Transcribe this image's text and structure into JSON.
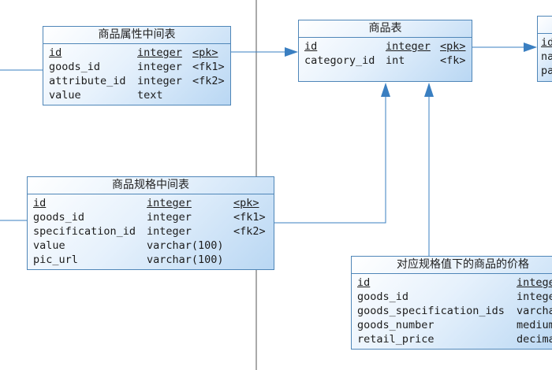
{
  "entities": [
    {
      "title": "商品属性中间表",
      "rows": [
        {
          "name": "id",
          "type": "integer",
          "key": "<pk>",
          "pk": true
        },
        {
          "name": "goods_id",
          "type": "integer",
          "key": "<fk1>",
          "pk": false
        },
        {
          "name": "attribute_id",
          "type": "integer",
          "key": "<fk2>",
          "pk": false
        },
        {
          "name": "value",
          "type": "text",
          "key": "",
          "pk": false
        }
      ]
    },
    {
      "title": "商品表",
      "rows": [
        {
          "name": "id",
          "type": "integer",
          "key": "<pk>",
          "pk": true
        },
        {
          "name": "category_id",
          "type": "int",
          "key": "<fk>",
          "pk": false
        }
      ]
    },
    {
      "title": "",
      "rows": [
        {
          "name": "id",
          "type": "",
          "key": "",
          "pk": true
        },
        {
          "name": "na",
          "type": "",
          "key": "",
          "pk": false
        },
        {
          "name": "pa",
          "type": "",
          "key": "",
          "pk": false
        }
      ]
    },
    {
      "title": "商品规格中间表",
      "rows": [
        {
          "name": "id",
          "type": "integer",
          "key": "<pk>",
          "pk": true
        },
        {
          "name": "goods_id",
          "type": "integer",
          "key": "<fk1>",
          "pk": false
        },
        {
          "name": "specification_id",
          "type": "integer",
          "key": "<fk2>",
          "pk": false
        },
        {
          "name": "value",
          "type": "varchar(100)",
          "key": "",
          "pk": false
        },
        {
          "name": "pic_url",
          "type": "varchar(100)",
          "key": "",
          "pk": false
        }
      ]
    },
    {
      "title": "对应规格值下的商品的价格",
      "rows": [
        {
          "name": "id",
          "type": "intege",
          "key": "",
          "pk": true
        },
        {
          "name": "goods_id",
          "type": "intege",
          "key": "",
          "pk": false
        },
        {
          "name": "goods_specification_ids",
          "type": "varcha",
          "key": "",
          "pk": false
        },
        {
          "name": "goods_number",
          "type": "medium",
          "key": "",
          "pk": false
        },
        {
          "name": "retail_price",
          "type": "decima",
          "key": "",
          "pk": false
        }
      ]
    }
  ],
  "colors": {
    "line": "#3a7fc1",
    "border": "#4f86b8",
    "divider": "#555555"
  }
}
